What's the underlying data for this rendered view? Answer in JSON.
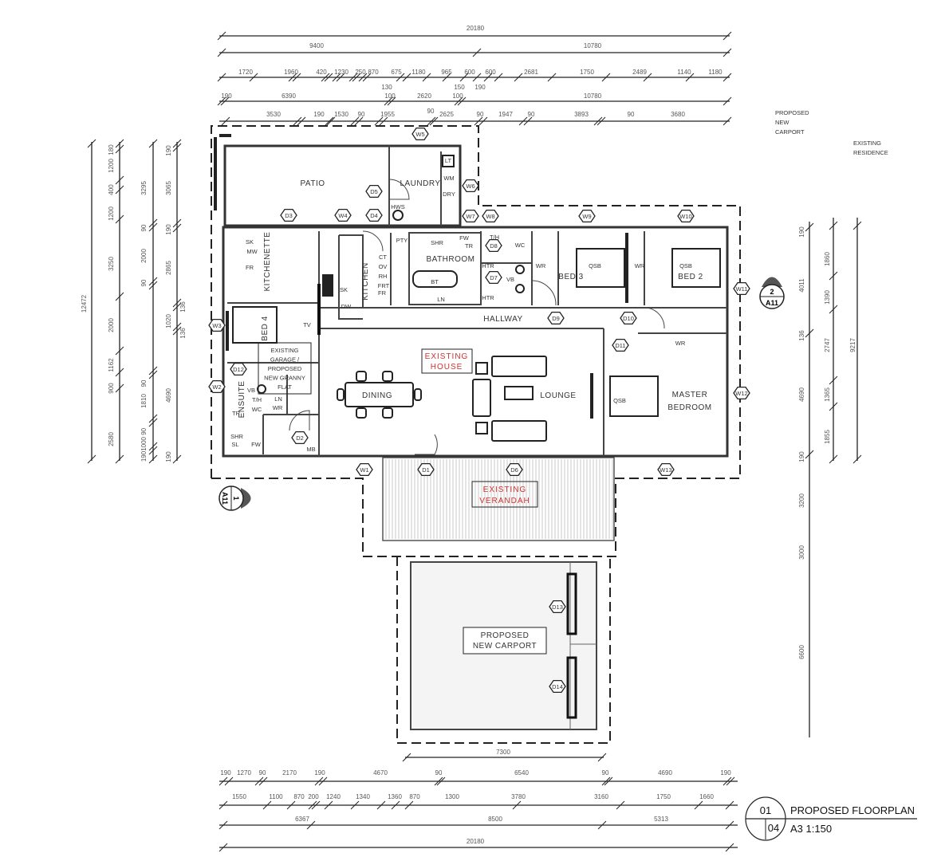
{
  "title_block": {
    "number": "01",
    "sheet": "04",
    "title": "PROPOSED FLOORPLAN",
    "scale": "A3 1:150"
  },
  "notes": {
    "carport": [
      "PROPOSED",
      "NEW",
      "CARPORT"
    ],
    "residence": [
      "EXISTING",
      "RESIDENCE"
    ]
  },
  "section_markers": [
    {
      "num": "2",
      "sheet": "A11"
    },
    {
      "num": "1",
      "sheet": "A11"
    }
  ],
  "dimensions": {
    "top": [
      [
        "20180"
      ],
      [
        "9400",
        "10780"
      ],
      [
        "1720",
        "1960",
        "420",
        "1230",
        "250",
        "870",
        "130",
        "675",
        "1180",
        "965",
        "600",
        "150",
        "600",
        "190",
        "2681",
        "1750",
        "2489",
        "1140",
        "1180"
      ],
      [
        "190",
        "6390",
        "100",
        "2620",
        "100",
        "10780"
      ],
      [
        "3530",
        "190",
        "1530",
        "90",
        "1955",
        "90",
        "2625",
        "90",
        "1947",
        "90",
        "3893",
        "90",
        "3680"
      ]
    ],
    "bottom": [
      [
        "7300"
      ],
      [
        "190",
        "1270",
        "90",
        "2170",
        "190",
        "4670",
        "90",
        "6540",
        "90",
        "4690",
        "190"
      ],
      [
        "1550",
        "1100",
        "870",
        "200",
        "1240",
        "1340",
        "1360",
        "870",
        "1300",
        "3780",
        "3160",
        "1750",
        "1660"
      ],
      [
        "6367",
        "8500",
        "5313"
      ],
      [
        "20180"
      ]
    ],
    "left": [
      [
        "12472"
      ],
      [
        "180",
        "1200",
        "400",
        "1200",
        "3250",
        "2000",
        "1162",
        "900",
        "2580"
      ],
      [
        "3295",
        "90",
        "2000",
        "90",
        "90",
        "1810",
        "1901000 90"
      ],
      [
        "190",
        "3065",
        "190",
        "2865",
        "136",
        "1020",
        "136",
        "4690",
        "190"
      ]
    ],
    "right": [
      [
        "190",
        "4011",
        "136",
        "4690",
        "190",
        "3200",
        "3000",
        "6600"
      ],
      [
        "1860",
        "1390",
        "2747",
        "1365",
        "1855"
      ],
      [
        "9217"
      ]
    ]
  },
  "rooms": {
    "patio": "PATIO",
    "laundry": "LAUNDRY",
    "kitchenette": "KITCHENETTE",
    "kitchen": "KITCHEN",
    "bathroom": "BATHROOM",
    "bed3": "BED 3",
    "bed2": "BED 2",
    "bed4": "BED 4",
    "hallway": "HALLWAY",
    "dining": "DINING",
    "lounge": "LOUNGE",
    "master": [
      "MASTER",
      "BEDROOM"
    ],
    "ensuite": "ENSUITE",
    "granny": [
      "EXISTING",
      "GARAGE /",
      "PROPOSED",
      "NEW GRANNY",
      "FLAT"
    ],
    "existing_house": [
      "EXISTING",
      "HOUSE"
    ],
    "existing_verandah": [
      "EXISTING",
      "VERANDAH"
    ],
    "carport": [
      "PROPOSED",
      "NEW CARPORT"
    ]
  },
  "fixtures": [
    "LT",
    "WM",
    "DRY",
    "HWS",
    "SK",
    "MW",
    "FR",
    "PTY",
    "SHR",
    "FW",
    "TR",
    "CT",
    "OV",
    "RH",
    "FRT",
    "FR",
    "SK",
    "DW",
    "BT",
    "LN",
    "T/H",
    "WC",
    "HTR",
    "VB",
    "HTR",
    "WR",
    "QSB",
    "WR",
    "QSB",
    "WR",
    "QSB",
    "TV",
    "VB",
    "LN",
    "T/H",
    "WR",
    "WC",
    "TR",
    "SHR",
    "SL",
    "FW",
    "MB"
  ],
  "tags": [
    "W5",
    "D5",
    "W6",
    "D3",
    "W4",
    "D4",
    "W7",
    "W8",
    "W9",
    "W10",
    "D8",
    "D7",
    "W11",
    "W3",
    "D9",
    "D10",
    "D11",
    "D12",
    "W2",
    "W12",
    "D2",
    "W1",
    "D1",
    "D6",
    "W13",
    "D13",
    "D14"
  ],
  "colors": {
    "accent_red": "#d23030",
    "line": "#222222"
  }
}
